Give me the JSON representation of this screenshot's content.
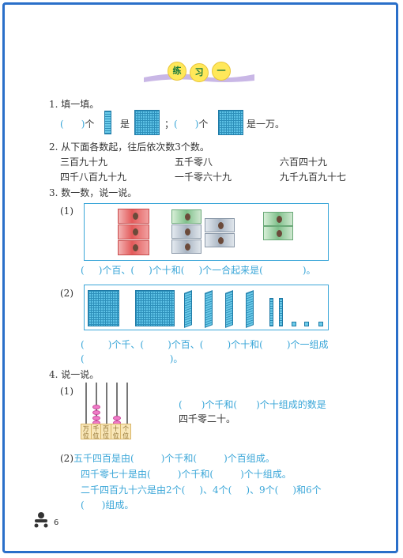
{
  "title": {
    "chars": [
      "练",
      "习",
      "一"
    ]
  },
  "q1": {
    "label": "1. 填一填。",
    "p_open": "(",
    "p_close": ")",
    "ge": "个",
    "shi": "是",
    "semicolon": "；",
    "ge2": "个",
    "end": "是一万。"
  },
  "q2": {
    "label": "2. 从下面各数起，往后依次数3个数。",
    "items": [
      "三百九十九",
      "五千零八",
      "六百四十九",
      "四千八百九十九",
      "一千零六十九",
      "九千九百九十七"
    ]
  },
  "q3": {
    "label": "3. 数一数，说一说。",
    "p1": "(1)",
    "p1_text": [
      "(",
      ")个百、(",
      ")个十和(",
      ")个一合起来是(",
      ")。"
    ],
    "p2": "(2)",
    "p2_text": [
      "(",
      ")个千、(",
      ")个百、(",
      ")个十和(",
      ")个一组成"
    ],
    "p2_line2": [
      "(",
      ")。"
    ]
  },
  "q4": {
    "label": "4. 说一说。",
    "p1": "(1)",
    "abacus_labels": [
      "万位",
      "千位",
      "百位",
      "十位",
      "个位"
    ],
    "p1_line1": [
      "(",
      ")个千和(",
      ")个十组成的数是"
    ],
    "p1_line2": "四千零二十。",
    "p2": "(2)",
    "p2_line1": [
      "五千四百是由(",
      ")个千和(",
      ")个百组成。"
    ],
    "p2_line2": [
      "四千零七十是由(",
      ")个千和(",
      ")个十组成。"
    ],
    "p2_line3": [
      "二千四百九十六是由2个(",
      ")、4个(",
      ")、9个(",
      ")和6个"
    ],
    "p2_line4": [
      "(",
      ")组成。"
    ]
  },
  "footer": {
    "page": "6"
  },
  "colors": {
    "border": "#2a6fc9",
    "paren": "#3aa6d8",
    "block": "#5ec2e6",
    "bead": "#f07ac8"
  }
}
